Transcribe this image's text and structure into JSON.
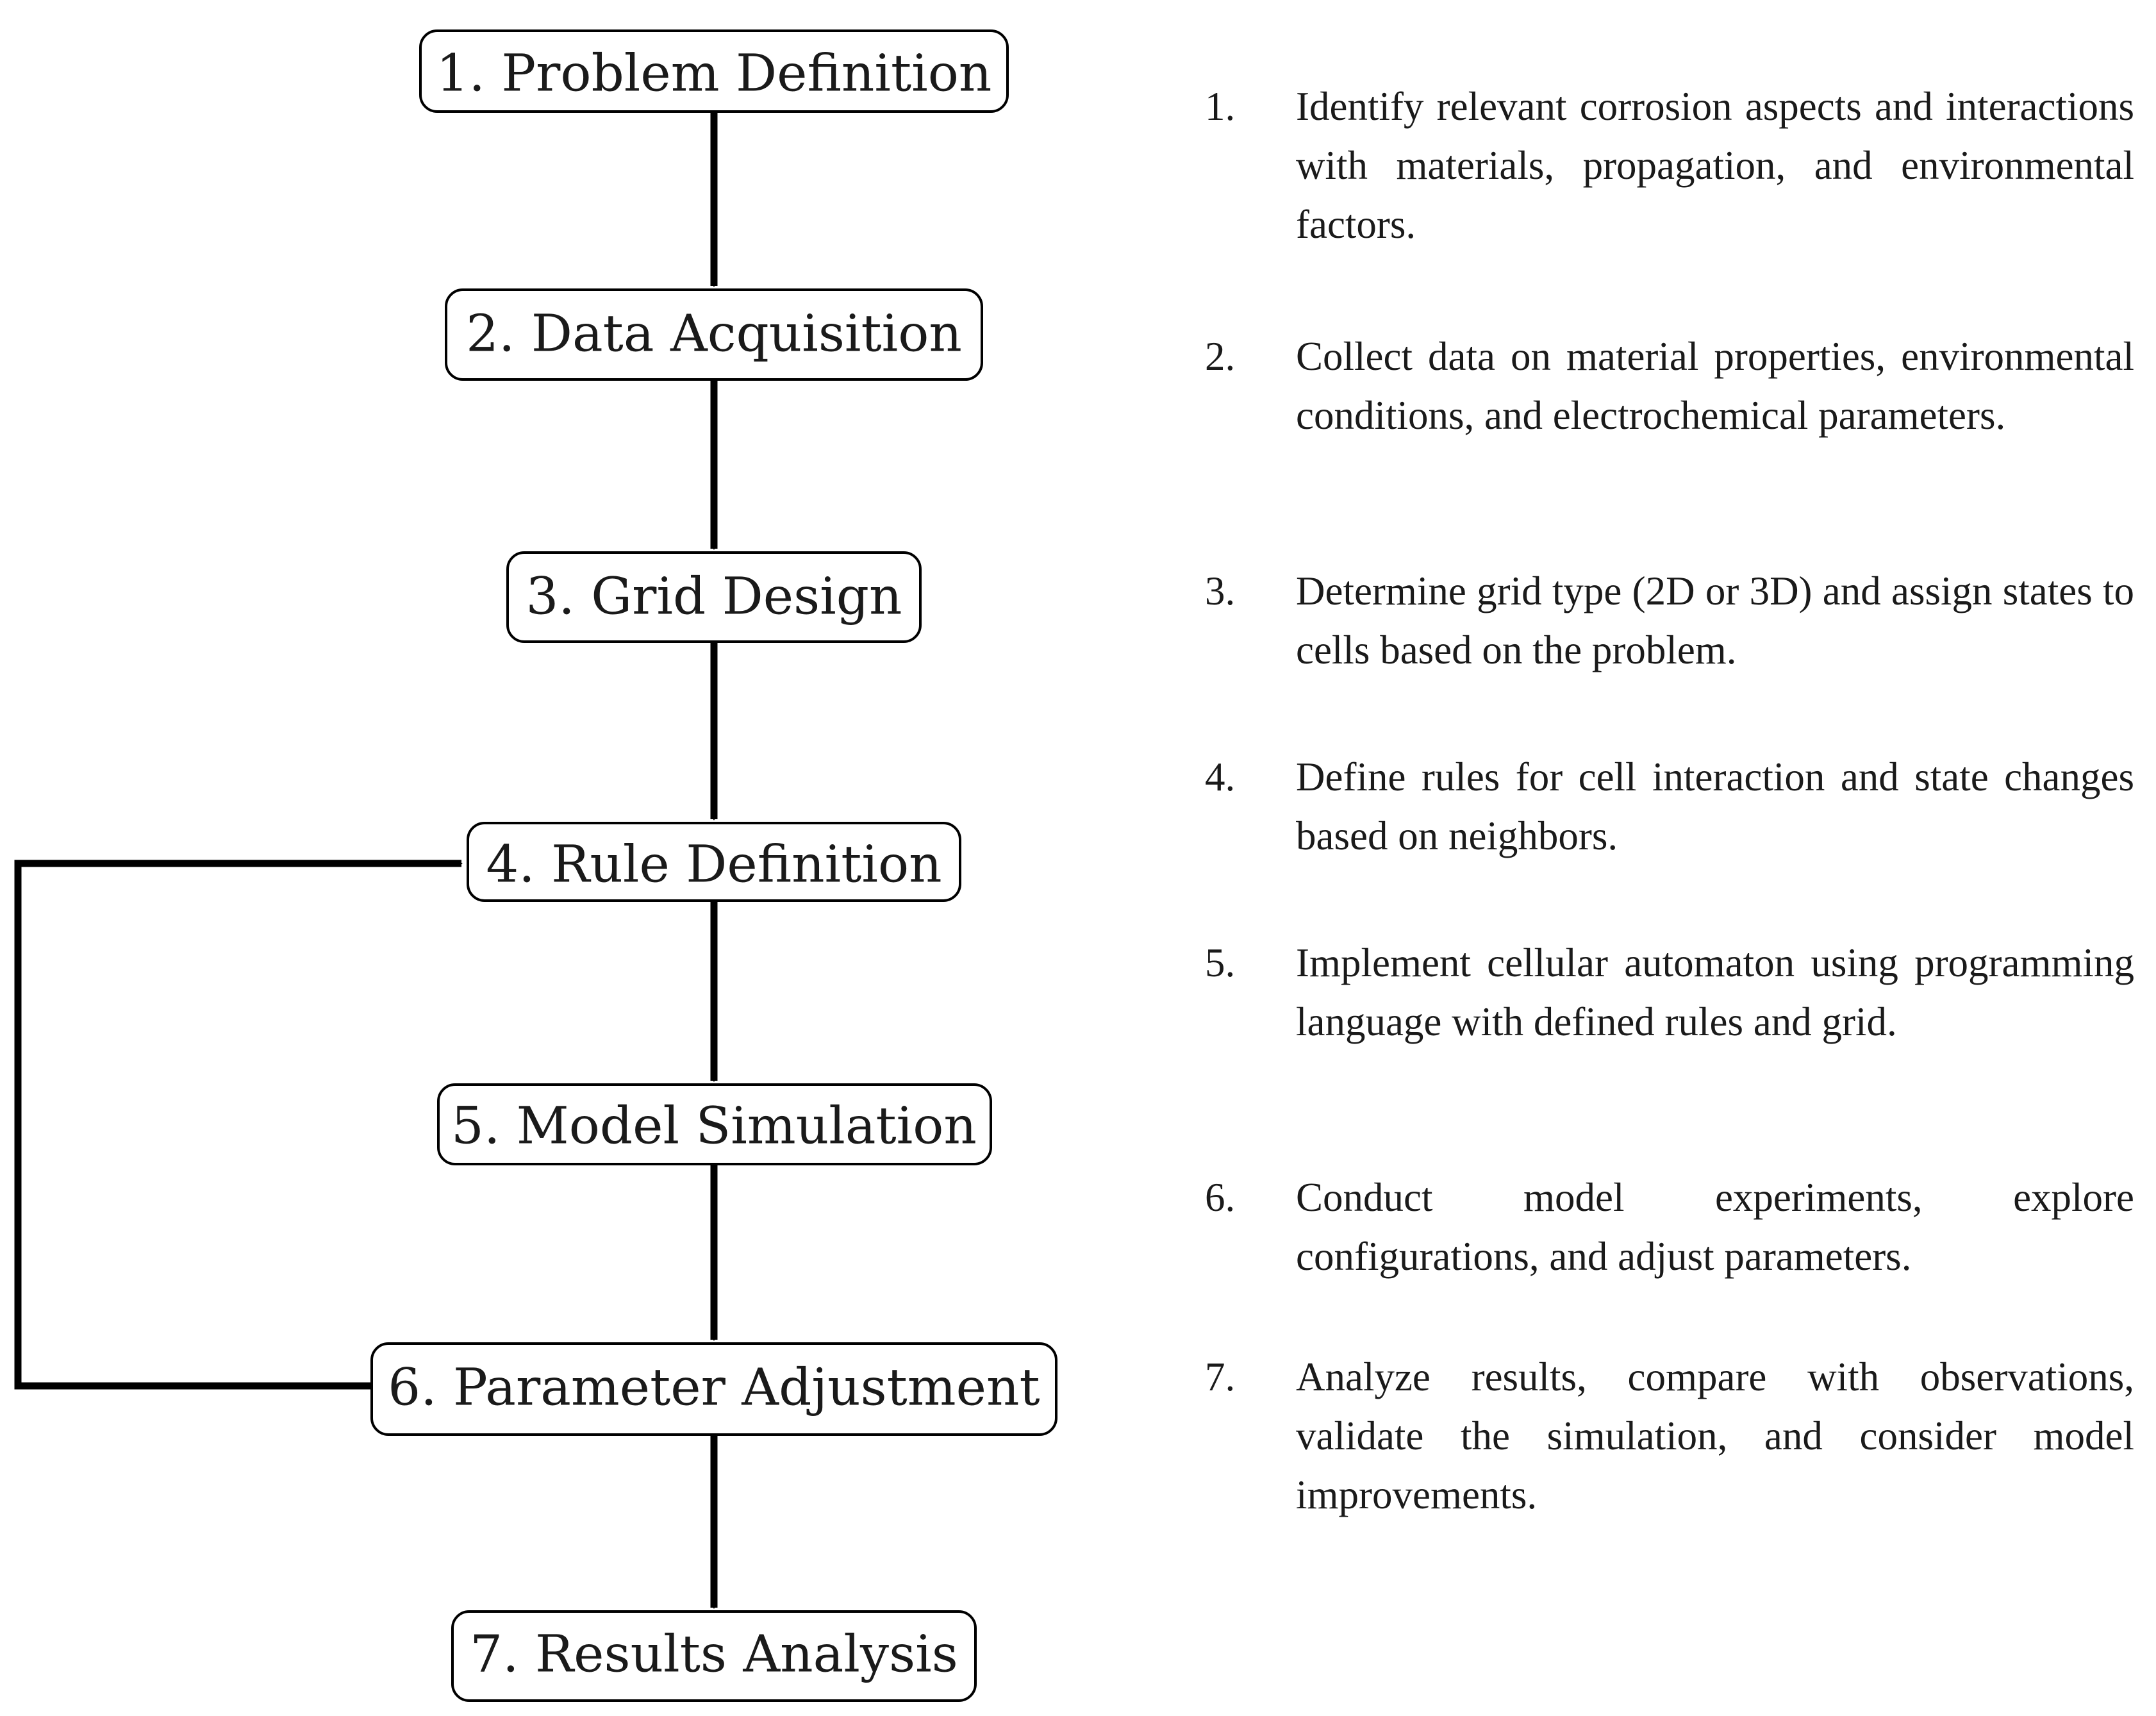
{
  "flowchart": {
    "steps": [
      {
        "label": "1. Problem Definition"
      },
      {
        "label": "2. Data Acquisition"
      },
      {
        "label": "3. Grid Design"
      },
      {
        "label": "4. Rule Definition"
      },
      {
        "label": "5. Model Simulation"
      },
      {
        "label": "6. Parameter Adjustment"
      },
      {
        "label": "7. Results Analysis"
      }
    ],
    "feedback_loop": {
      "from": "6. Parameter Adjustment",
      "to": "4. Rule Definition"
    }
  },
  "descriptions": [
    {
      "number": "1.",
      "text": "Identify relevant corrosion aspects and interactions with materials, propagation, and environmental factors."
    },
    {
      "number": "2.",
      "text": "Collect data on material properties, environmental conditions, and electrochemical parameters."
    },
    {
      "number": "3.",
      "text": "Determine grid type (2D or 3D) and assign states to cells based on the problem."
    },
    {
      "number": "4.",
      "text": "Define rules for cell interaction and state changes based on neighbors."
    },
    {
      "number": "5.",
      "text": "Implement cellular automaton using programming language with defined rules and grid."
    },
    {
      "number": "6.",
      "text": "Conduct model experiments, explore configurations, and adjust parameters."
    },
    {
      "number": "7.",
      "text": "Analyze results, compare with observations, validate the simulation, and consider model improvements."
    }
  ]
}
